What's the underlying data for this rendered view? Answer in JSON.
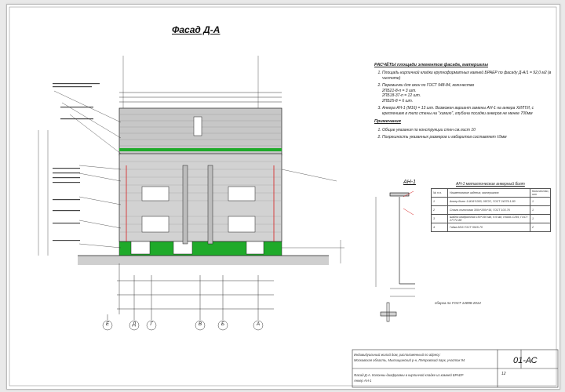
{
  "sheet": {
    "title": "Фасад Д-А"
  },
  "notes": {
    "calc_title": "РАСЧЁТЫ площади элементов фасада, материалы",
    "calc_items": [
      "Площадь кирпичной кладки крупноформатных камней БРАЕР по фасаду Д-А/1 = 92,0 м2 (в чистоте)",
      "Перемычки для окон по ГОСТ 948-84, количество",
      "2ПБ21-8-п = 3 шт.",
      "2ПБ18-37-п = 12 шт.",
      "2ПБ25-8 = 6 шт.",
      "Анкера АН-1 (М16) = 13 шт. Возможен вариант замены АН-1 на анкера ХИЛТИ, с креплением в тело стены на \"химию\", глубина посадки анкеров не менее 700мм"
    ],
    "remarks_title": "Примечания",
    "remarks_items": [
      "Общие указания по конструкции стен см.лист 10",
      "Погрешность указанных размеров и габаритов составляет ±5мм"
    ]
  },
  "anchor": {
    "label": "АН-1",
    "spec_title": "АН-1 металлические анкерный болт",
    "gost_note": "сборка по ГОСТ 14098-2014",
    "table": {
      "headers": [
        "№ п.п.",
        "Наименование изделия, материалов",
        "Количество, шт"
      ],
      "rows": [
        [
          "1",
          "Анкер-болт 1.М16*1000, 09Г2С, ГОСТ 24379.1-80",
          "1"
        ],
        [
          "2",
          "Сталь полосовая 300х*100х*16, ГОСТ 103-76",
          "1"
        ],
        [
          "3",
          "Шайба квадратная 150*150 мм, t=5 мм, сталь С255, ГОСТ 27772-88",
          "1"
        ],
        [
          "4",
          "Гайка М16 ГОСТ 5915-70",
          "2"
        ]
      ]
    }
  },
  "axes": {
    "labels": [
      "Е",
      "Д",
      "Г",
      "В",
      "Б",
      "А"
    ]
  },
  "stamp": {
    "line1": "Индивидуальный жилой дом, расположенный по адресу:",
    "line2": "Московская область, Мытищинский р-н, Петровский парк, участок 94",
    "line3": "Фасад Д-А. Колонны-диафрагмы в кирпичной кладке из камней БРАЕР",
    "line4": "Анкер АН-1",
    "code": "01-АС",
    "sheet_no": "12"
  },
  "colors": {
    "brick": "#b9b9b9",
    "green_band": "#1faa2a",
    "dim_line": "#333333",
    "red_mark": "#d61f1f"
  }
}
